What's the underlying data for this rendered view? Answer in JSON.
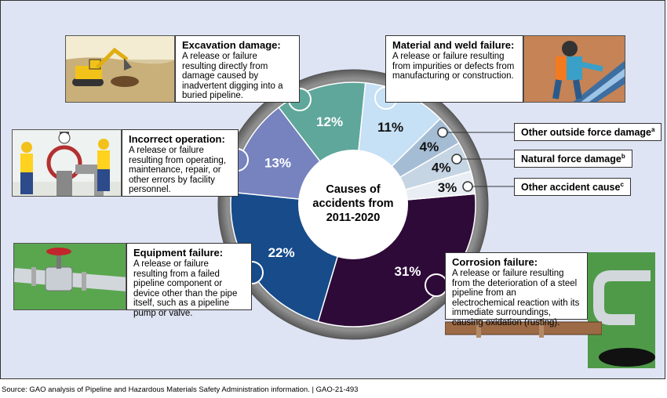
{
  "chart_data": {
    "type": "pie",
    "title": "Causes of accidents from 2011-2020",
    "unit": "%",
    "slices": [
      {
        "label": "Corrosion failure",
        "value": 31,
        "display": "31%",
        "color": "#2e0a38"
      },
      {
        "label": "Equipment failure",
        "value": 22,
        "display": "22%",
        "color": "#174b8a"
      },
      {
        "label": "Incorrect operation",
        "value": 13,
        "display": "13%",
        "color": "#7683bf"
      },
      {
        "label": "Excavation damage",
        "value": 12,
        "display": "12%",
        "color": "#5fa79b"
      },
      {
        "label": "Material and weld failure",
        "value": 11,
        "display": "11%",
        "color": "#c6e0f5"
      },
      {
        "label": "Other outside force damage",
        "value": 4,
        "display": "4%",
        "color": "#a5bdd4"
      },
      {
        "label": "Natural force damage",
        "value": 4,
        "display": "4%",
        "color": "#c6d5e4"
      },
      {
        "label": "Other accident cause",
        "value": 3,
        "display": "3%",
        "color": "#e9eef4"
      }
    ]
  },
  "center_label": {
    "line1": "Causes of",
    "line2": "accidents from",
    "line3": "2011-2020"
  },
  "boxes": {
    "excavation": {
      "title": "Excavation damage:",
      "text": "A release or failure resulting directly from damage caused by inadvertent digging into a buried pipeline."
    },
    "material": {
      "title": "Material and weld failure:",
      "text": "A release or failure resulting from impurities or defects from manufacturing or construction."
    },
    "incorrect": {
      "title": "Incorrect operation:",
      "text": "A release or failure resulting from operating, maintenance, repair, or other errors by facility personnel."
    },
    "equipment": {
      "title": "Equipment failure:",
      "text": "A release or failure resulting from a failed pipeline component or device other than the pipe itself, such as a pipeline pump or valve."
    },
    "corrosion": {
      "title": "Corrosion failure:",
      "text": "A release or failure resulting from the deterioration of a steel pipeline from an electrochemical reaction with its immediate surroundings, causing oxidation (rusting)."
    }
  },
  "tags": {
    "outside": {
      "label": "Other outside force damage",
      "note": "a"
    },
    "natural": {
      "label": "Natural force damage",
      "note": "b"
    },
    "other": {
      "label": "Other accident cause",
      "note": "c"
    }
  },
  "illustration_icons": [
    "excavator-icon",
    "welder-icon",
    "valve-wheel-workers-icon",
    "pipeline-valve-icon",
    "corroded-pipe-icon"
  ],
  "source": "Source: GAO analysis of Pipeline and Hazardous Materials Safety Administration information.  |  GAO-21-493"
}
